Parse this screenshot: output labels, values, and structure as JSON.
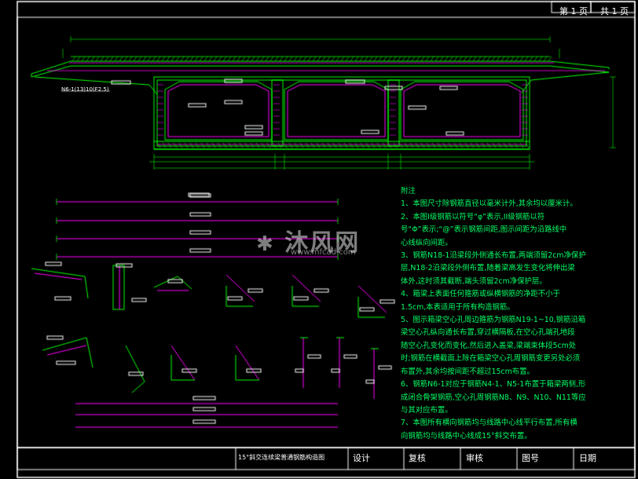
{
  "header": {
    "page_label": "第 1 页",
    "total_label": "共 1 页"
  },
  "section": {
    "side_label": "N6-1(13)10(F2.5)"
  },
  "notes": {
    "title": "附注",
    "lines": [
      "1、本图尺寸除钢筋直径以毫米计外,其余均以厘米计。",
      "2、本图I级钢筋以符号“φ”表示,II级钢筋以符",
      "   号“Φ”表示;“@”表示钢筋间距,图示间距为沿路线中",
      "   心线纵向间距。",
      "3、钢筋N18-1沿梁段外侧通长布置,两端须留2cm净保护",
      "   层,N18-2沿梁段外侧布置,随着梁高发生变化将伸出梁",
      "   体外,这时须其截断,端头须留2cm净保护层。",
      "4、箱梁上表面任何箍筋或纵横钢筋的净距不小于",
      "   1.5cm,本表适用于所有构造钢筋。",
      "5、图示箱梁空心孔周边箍筋为钢筋N19-1~10,钢筋沿箱",
      "   梁空心孔纵向通长布置,穿过横隔板,在空心孔端孔地段",
      "   随空心孔变化而变化,然后进入盖梁,梁端束体段5cm处",
      "   时;钢筋在横截面上除在箱梁空心孔周钢筋变更另处必须",
      "   布置外,其余均按间距不超过15cm布置。",
      "6、钢筋N6-1对应于钢筋N4-1、N5-1布置于箱梁两侧,形",
      "   成闭合骨架钢筋,空心孔周钢筋N8、N9、N10、N11等应",
      "   与其对应布置。",
      "7、本图所有横向钢筋均与线路中心线平行布置,所有横",
      "   向钢筋均与线路中心线成15°斜交布置。"
    ]
  },
  "title_block": {
    "drawing_title": "15°斜交连续梁普通钢筋构造图",
    "design_label": "设计",
    "review_label": "复核",
    "check_label": "审核",
    "drawing_no_label": "图号",
    "date_label": "日期"
  },
  "watermark": {
    "brand_text": "沐风网",
    "url_text": "www.mfcad.com"
  },
  "colors": {
    "background": "#000000",
    "frame": "#ffffff",
    "concrete": "#00ff00",
    "rebar": "#ff00ff",
    "annotation": "#ffffff",
    "notes": "#00ff66"
  }
}
